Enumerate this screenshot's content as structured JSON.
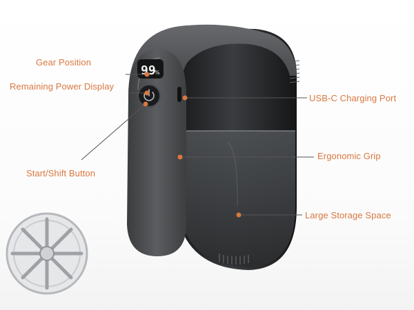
{
  "accent_color": "#d9773f",
  "device": {
    "display_value": "99",
    "display_unit": "%"
  },
  "callouts": {
    "gear_position": "Gear Position",
    "remaining_power": "Remaining Power Display",
    "start_shift": "Start/Shift Button",
    "usb_c": "USB-C Charging Port",
    "ergonomic_grip": "Ergonomic Grip",
    "storage": "Large Storage Space"
  },
  "icons": [
    "power-button-icon",
    "blade-disc-icon"
  ]
}
